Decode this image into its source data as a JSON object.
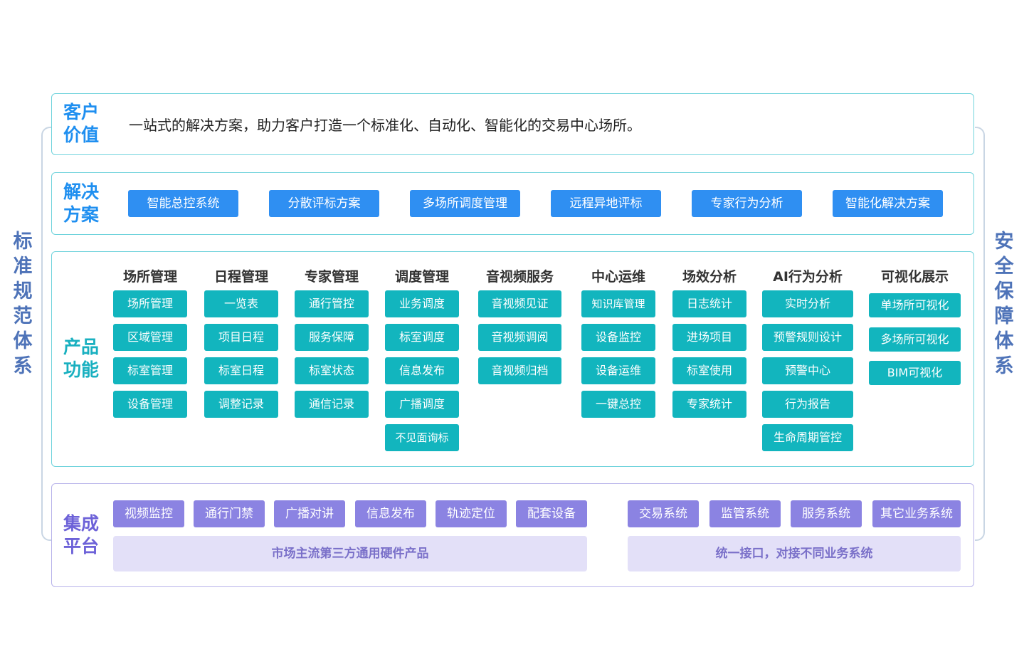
{
  "side_left": [
    "标",
    "准",
    "规",
    "范",
    "体",
    "系"
  ],
  "side_right": [
    "安",
    "全",
    "保",
    "障",
    "体",
    "系"
  ],
  "value": {
    "title": [
      "客户",
      "价值"
    ],
    "text": "一站式的解决方案，助力客户打造一个标准化、自动化、智能化的交易中心场所。"
  },
  "solution": {
    "title": [
      "解决",
      "方案"
    ],
    "items": [
      "智能总控系统",
      "分散评标方案",
      "多场所调度管理",
      "远程异地评标",
      "专家行为分析",
      "智能化解决方案"
    ]
  },
  "product": {
    "title": [
      "产品",
      "功能"
    ],
    "columns": [
      {
        "head": "场所管理",
        "items": [
          "场所管理",
          "区域管理",
          "标室管理",
          "设备管理"
        ]
      },
      {
        "head": "日程管理",
        "items": [
          "一览表",
          "项目日程",
          "标室日程",
          "调整记录"
        ]
      },
      {
        "head": "专家管理",
        "items": [
          "通行管控",
          "服务保障",
          "标室状态",
          "通信记录"
        ]
      },
      {
        "head": "调度管理",
        "items": [
          "业务调度",
          "标室调度",
          "信息发布",
          "广播调度",
          "不见面询标"
        ]
      },
      {
        "head": "音视频服务",
        "items": [
          "音视频见证",
          "音视频调阅",
          "音视频归档"
        ]
      },
      {
        "head": "中心运维",
        "items": [
          "知识库管理",
          "设备监控",
          "设备运维",
          "一键总控"
        ]
      },
      {
        "head": "场效分析",
        "items": [
          "日志统计",
          "进场项目",
          "标室使用",
          "专家统计"
        ]
      },
      {
        "head": "AI行为分析",
        "items": [
          "实时分析",
          "预警规则设计",
          "预警中心",
          "行为报告",
          "生命周期管控"
        ]
      },
      {
        "head": "可视化展示",
        "items": [
          "单场所可视化",
          "多场所可视化",
          "BIM可视化"
        ]
      }
    ]
  },
  "integration": {
    "title": [
      "集成",
      "平台"
    ],
    "hardware": [
      "视频监控",
      "通行门禁",
      "广播对讲",
      "信息发布",
      "轨迹定位",
      "配套设备"
    ],
    "hardware_bar": "市场主流第三方通用硬件产品",
    "systems": [
      "交易系统",
      "监管系统",
      "服务系统",
      "其它业务系统"
    ],
    "systems_bar": "统一接口，对接不同业务系统"
  },
  "colors": {
    "blue": "#2f8ff2",
    "teal": "#12b5be",
    "purple": "#8b83e2",
    "side": "#4e73b8"
  }
}
